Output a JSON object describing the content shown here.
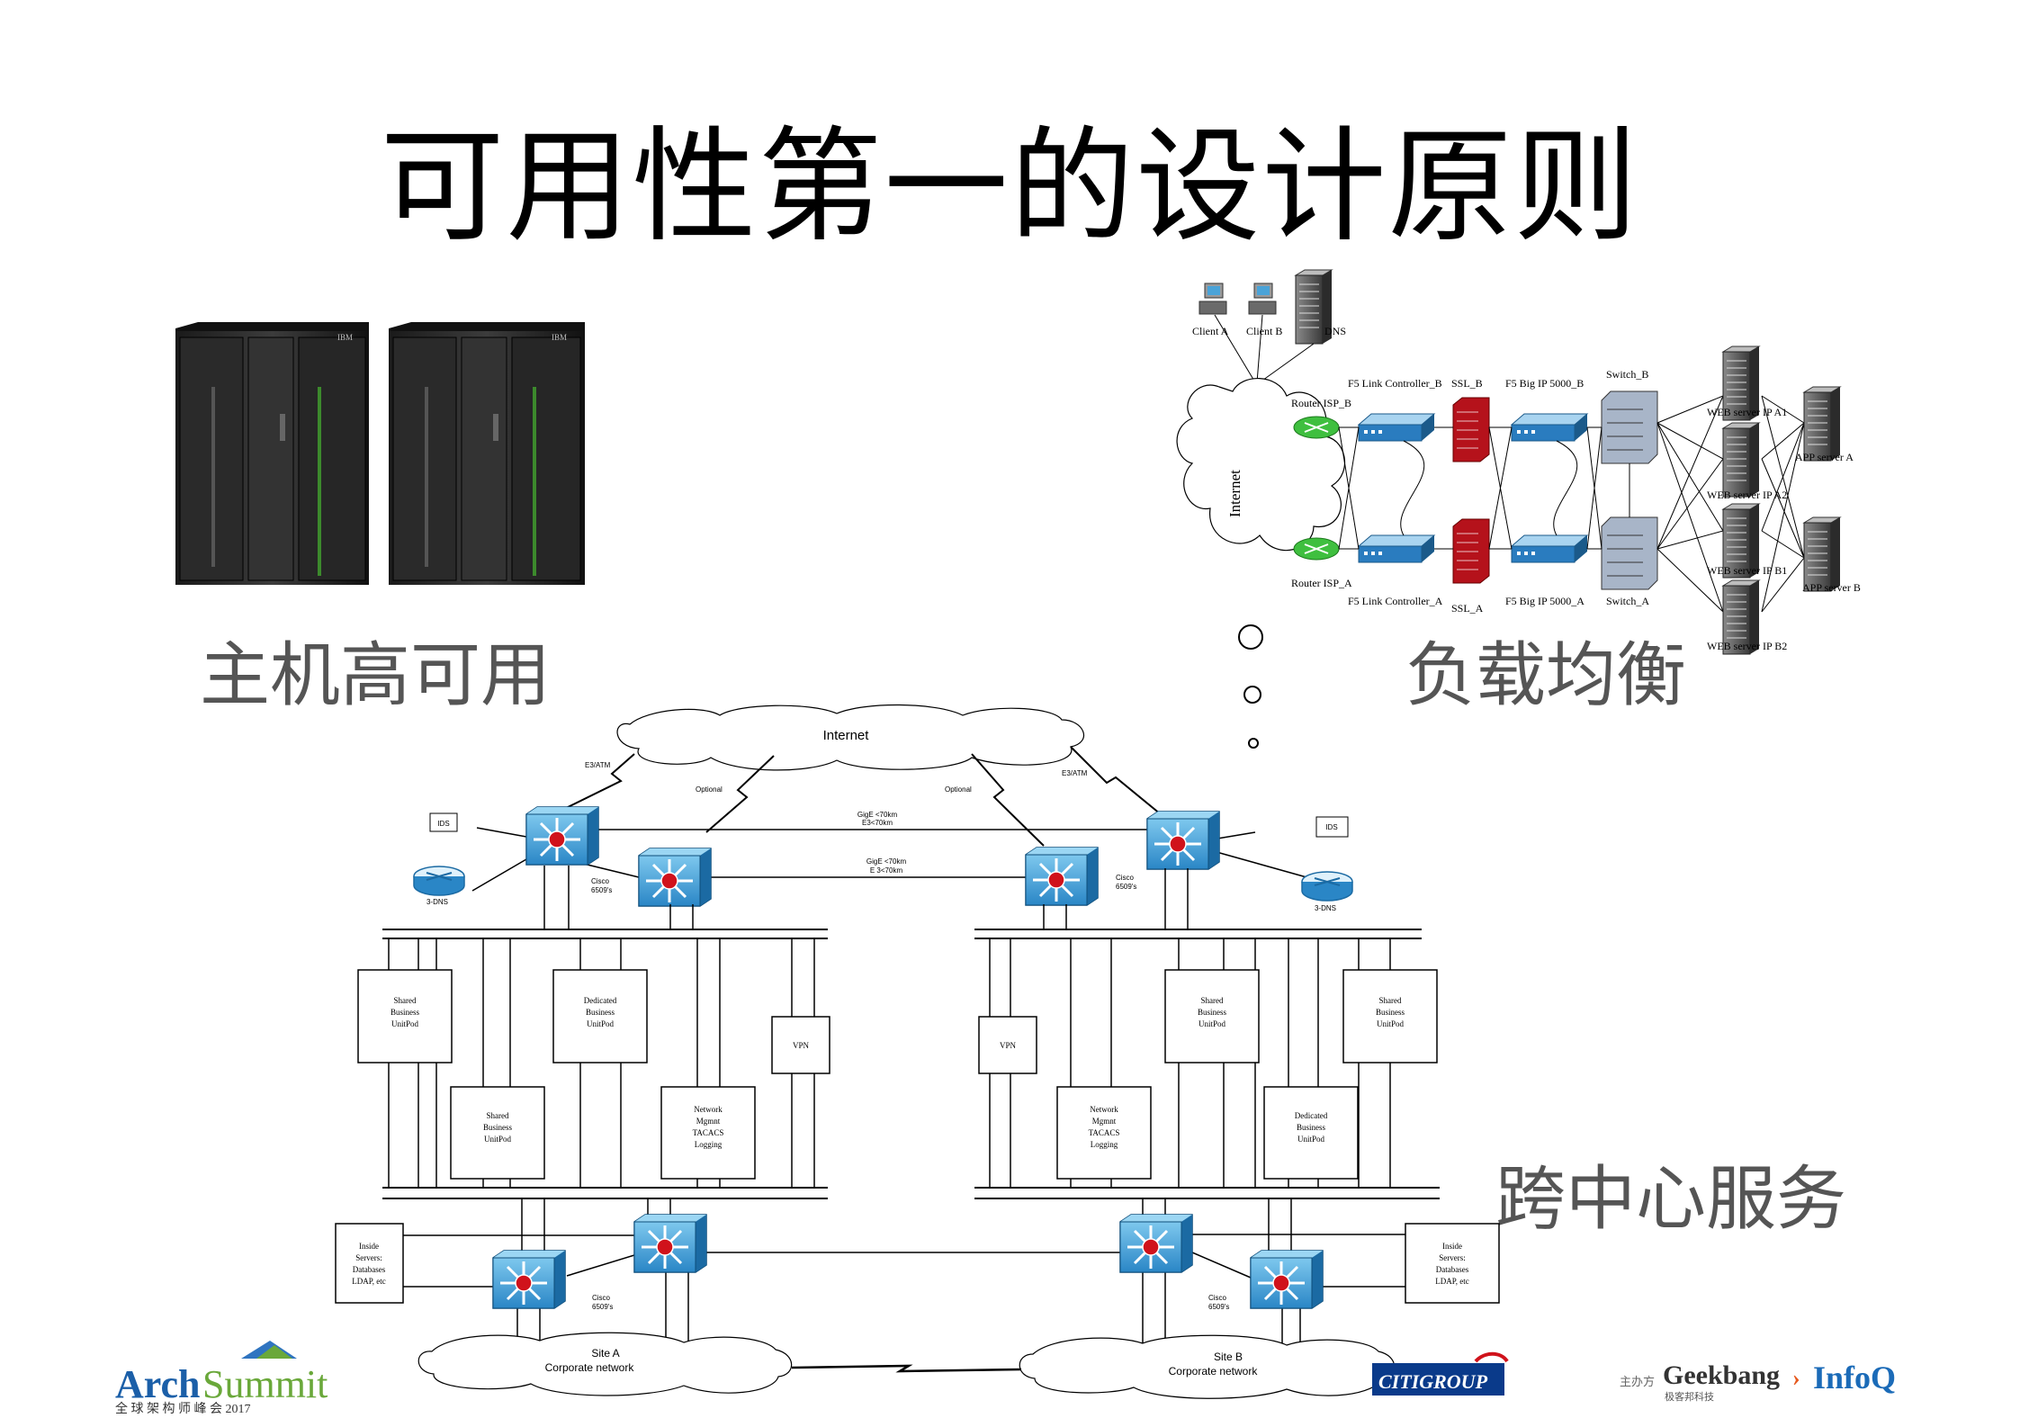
{
  "title": "可用性第一的设计原则",
  "captions": {
    "host": "主机高可用",
    "lb": "负载均衡",
    "cross": "跨中心服务"
  },
  "mainframe": {
    "brand": "IBM"
  },
  "lb_diagram": {
    "clients": [
      "Client A",
      "Client B",
      "DNS"
    ],
    "cloud": "Internet",
    "routers": [
      "Router ISP_B",
      "Router ISP_A"
    ],
    "link_controllers": [
      "F5 Link Controller_B",
      "F5 Link Controller_A"
    ],
    "ssl": [
      "SSL_B",
      "SSL_A"
    ],
    "bigip": [
      "F5 Big IP 5000_B",
      "F5 Big IP 5000_A"
    ],
    "switches": [
      "Switch_B",
      "Switch_A"
    ],
    "web_servers": [
      "WEB server IP A1",
      "WEB server IP A2",
      "WEB server IP B1",
      "WEB server IP B2"
    ],
    "app_servers": [
      "APP server A",
      "APP server B"
    ]
  },
  "dc_diagram": {
    "internet": "Internet",
    "e3_left": "E3/ATM",
    "e3_right": "E3/ATM",
    "optional_left": "Optional",
    "optional_right": "Optional",
    "gige1_a": "GigE <70km",
    "gige1_b": "E3<70km",
    "gige2_a": "GigE <70km",
    "gige2_b": "E 3<70km",
    "ids": "IDS",
    "three_dns": "3-DNS",
    "cisco_a": "Cisco",
    "cisco_b": "6509's",
    "vpn": "VPN",
    "shared_pod": [
      "Shared",
      "Business",
      "UnitPod"
    ],
    "dedicated_pod": [
      "Dedicated",
      "Business",
      "UnitPod"
    ],
    "network_mgmt": [
      "Network",
      "Mgmnt",
      "TACACS",
      "Logging"
    ],
    "inside_servers": [
      "Inside",
      "Servers:",
      "Databases",
      "LDAP, etc"
    ],
    "site_a": [
      "Site A",
      "Corporate network"
    ],
    "site_b": [
      "Site B",
      "Corporate network"
    ]
  },
  "footer": {
    "arch_logo_a": "Arch",
    "arch_logo_b": "Summit",
    "arch_sub": "全 球 架 构 师 峰 会 2017",
    "citigroup": "CITIGROUP",
    "host_label": "主办方",
    "geekbang": "Geekbang",
    "geekbang_sub": "极客邦科技",
    "infoq": "InfoQ"
  },
  "colors": {
    "switch_blue": "#2a86c6",
    "switch_light": "#7ec8ee",
    "hub_red": "#d0121b",
    "router_green": "#3fbf3f",
    "ssl_red": "#b5121b",
    "arch_blue": "#1b5fa8",
    "summit_green": "#6aa83a",
    "citi_blue": "#0a3a8a",
    "caption_gray": "#555555"
  }
}
